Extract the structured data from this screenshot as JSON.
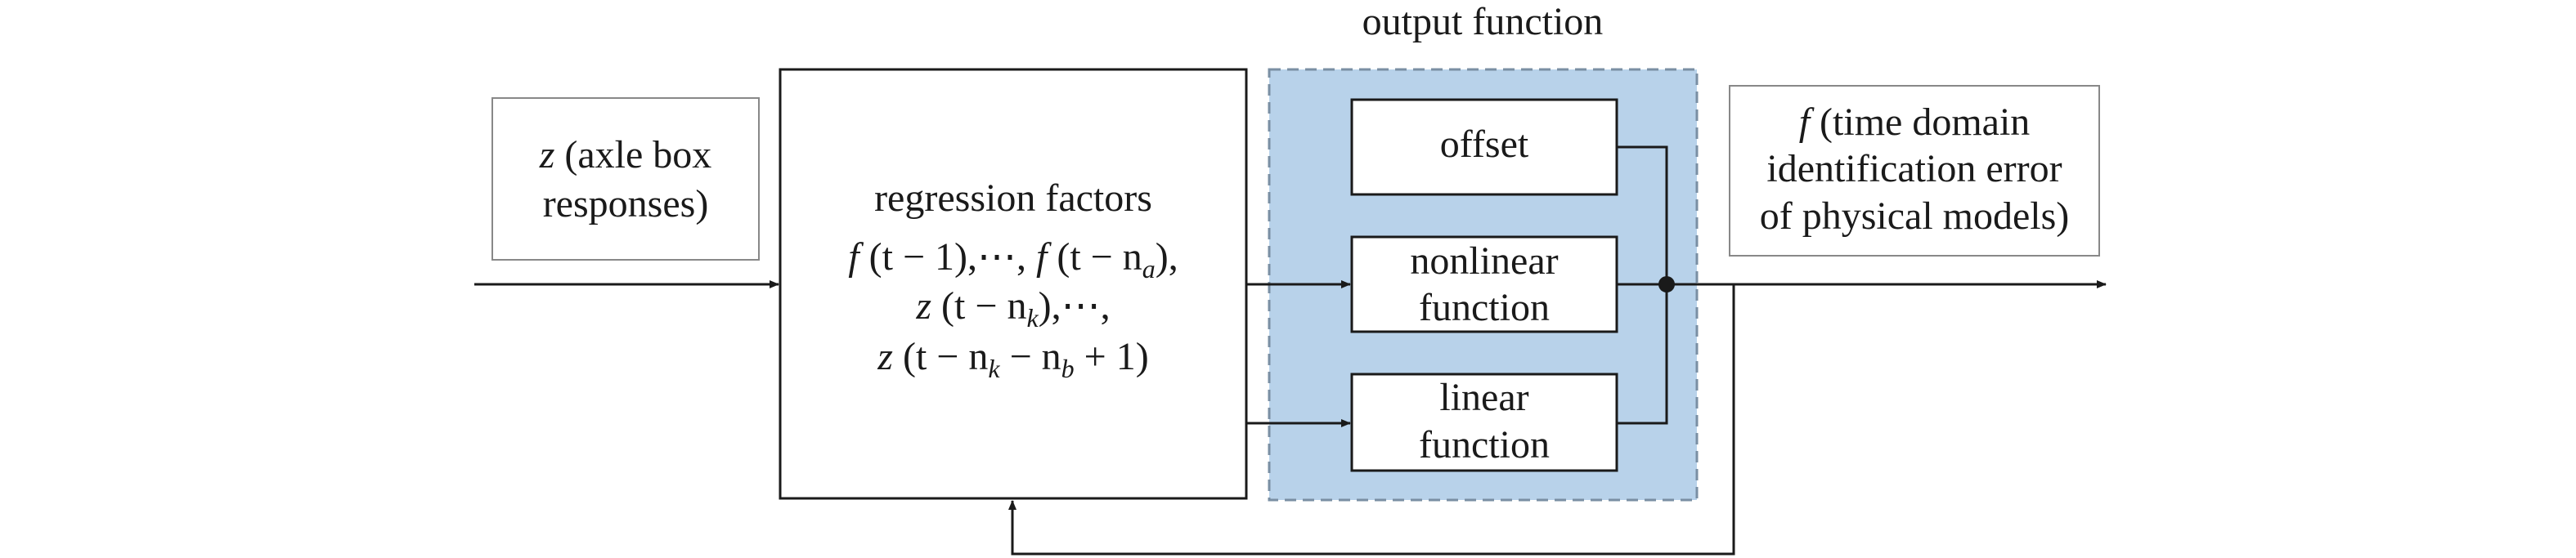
{
  "input_box": {
    "var": "z",
    "line1": " (axle box",
    "line2": "responses)"
  },
  "regression_box": {
    "title": "regression factors",
    "row1": {
      "f1": "f",
      "t1": " (t − 1),⋯, ",
      "f2": "f",
      "t2": " (t − n",
      "s": "a",
      "tail": "),"
    },
    "row2": {
      "z": "z",
      "t": " (t − n",
      "s": "k",
      "tail": "),⋯,"
    },
    "row3": {
      "z": "z",
      "t": " (t − n",
      "s1": "k",
      "mid": " − n",
      "s2": "b",
      "tail": " + 1)"
    }
  },
  "output_function": {
    "title": "output function",
    "offset": "offset",
    "nonlinear_line1": "nonlinear",
    "nonlinear_line2": "function",
    "linear_line1": "linear",
    "linear_line2": "function"
  },
  "output_box": {
    "var": "f",
    "line1": " (time domain",
    "line2": "identification error",
    "line3": "of physical models)"
  },
  "colors": {
    "output_block_fill": "#b8d2ea",
    "output_block_border": "#7a8fa3",
    "line": "#1a1a1a",
    "box_border": "#888888"
  }
}
